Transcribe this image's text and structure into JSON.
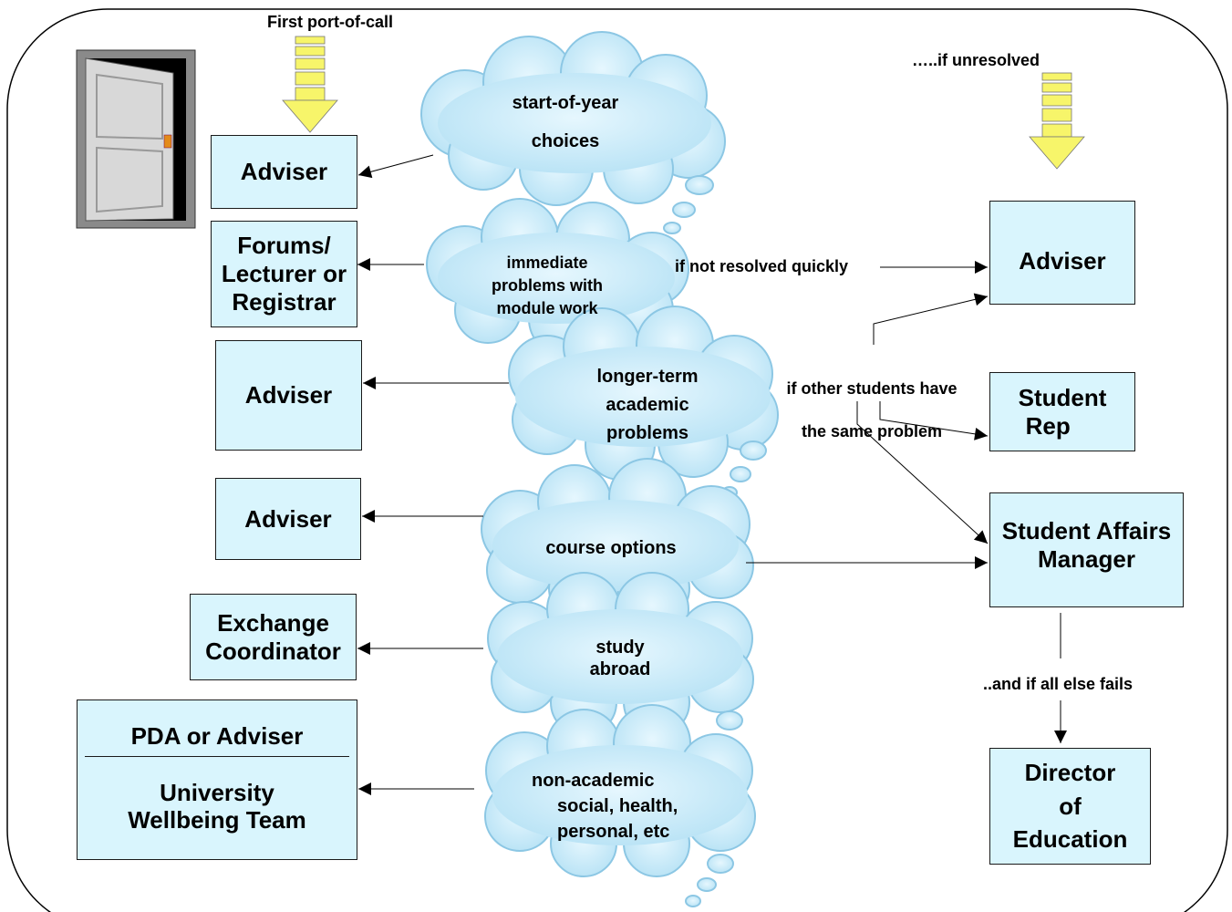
{
  "labels": {
    "first_port": "First port-of-call",
    "if_unresolved": "…..if unresolved",
    "not_resolved_quickly": "if not resolved quickly",
    "other_students_line1": "if other students have",
    "other_students_line2": "the same problem",
    "all_else_fails": "..and if all else fails"
  },
  "clouds": {
    "start_of_year": [
      "start-of-year",
      "choices"
    ],
    "immediate": [
      "immediate",
      "problems with",
      "module work"
    ],
    "longer_term": [
      "longer-term",
      "academic",
      "problems"
    ],
    "course_options": [
      "course options"
    ],
    "study_abroad": [
      "study",
      "abroad"
    ],
    "non_academic": [
      "non-academic",
      "social, health,",
      "personal, etc"
    ]
  },
  "left_boxes": {
    "adviser_1": "Adviser",
    "forums": [
      "Forums/",
      "Lecturer or",
      "Registrar"
    ],
    "adviser_2": "Adviser",
    "adviser_3": "Adviser",
    "exchange": [
      "Exchange",
      "Coordinator"
    ],
    "pda": "PDA or Adviser",
    "wellbeing": [
      "University",
      "Wellbeing Team"
    ]
  },
  "right_boxes": {
    "adviser": "Adviser",
    "student_rep": [
      "Student",
      "Rep"
    ],
    "student_affairs": [
      "Student Affairs",
      "Manager"
    ],
    "director": [
      "Director",
      "of",
      "Education"
    ]
  },
  "icons": [
    "door-icon",
    "down-arrow-icon"
  ],
  "colors": {
    "box_fill": "#d9f5fd",
    "cloud_fill": "#bfe6f7",
    "arrow_fill": "#f7f56a"
  }
}
